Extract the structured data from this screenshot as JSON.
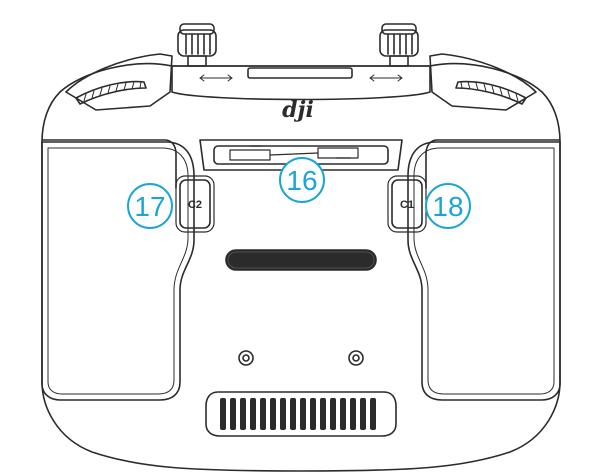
{
  "diagram": {
    "brand_logo_text": "dji",
    "buttons": {
      "c2_label": "C2",
      "c1_label": "C1"
    },
    "callouts": {
      "c2_number": "17",
      "slot_number": "16",
      "c1_number": "18"
    },
    "colors": {
      "outline": "#2b2b2b",
      "callout": "#1aa5d6",
      "background": "#ffffff"
    }
  }
}
